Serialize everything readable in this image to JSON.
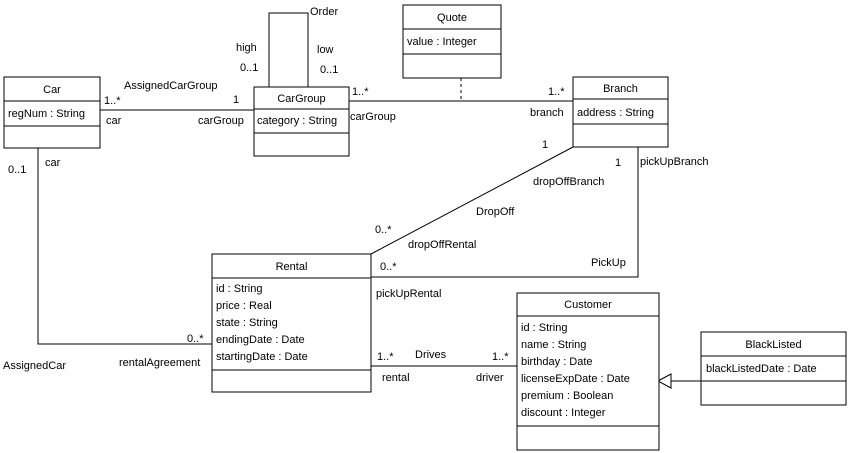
{
  "classes": {
    "car": {
      "name": "Car",
      "attributes": [
        "regNum : String"
      ]
    },
    "cargroup": {
      "name": "CarGroup",
      "attributes": [
        "category : String"
      ]
    },
    "quote": {
      "name": "Quote",
      "attributes": [
        "value : Integer"
      ]
    },
    "branch": {
      "name": "Branch",
      "attributes": [
        "address : String"
      ]
    },
    "rental": {
      "name": "Rental",
      "attributes": [
        "id : String",
        "price : Real",
        "state : String",
        "endingDate : Date",
        "startingDate : Date"
      ]
    },
    "customer": {
      "name": "Customer",
      "attributes": [
        "id : String",
        "name : String",
        "birthday : Date",
        "licenseExpDate : Date",
        "premium : Boolean",
        "discount : Integer"
      ]
    },
    "blacklisted": {
      "name": "BlackListed",
      "attributes": [
        "blackListedDate : Date"
      ]
    }
  },
  "associations": {
    "assigned_car_group": {
      "name": "AssignedCarGroup",
      "mult_car": "1..*",
      "role_car": "car",
      "mult_group": "1",
      "role_group": "carGroup"
    },
    "order": {
      "name": "Order",
      "role_high": "high",
      "mult_high": "0..1",
      "role_low": "low",
      "mult_low": "0..1"
    },
    "group_branch": {
      "mult_group": "1..*",
      "role_group": "carGroup",
      "mult_branch": "1..*",
      "role_branch": "branch"
    },
    "dropoff": {
      "name": "DropOff",
      "mult_branch": "1",
      "role_branch": "dropOffBranch",
      "mult_rental": "0..*",
      "role_rental": "dropOffRental"
    },
    "pickup": {
      "name": "PickUp",
      "mult_branch": "1",
      "role_branch": "pickUpBranch",
      "mult_rental": "0..*",
      "role_rental": "pickUpRental"
    },
    "assigned_car": {
      "name": "AssignedCar",
      "mult_car": "0..1",
      "role_car": "car",
      "mult_rental": "0..*",
      "role_rental": "rentalAgreement"
    },
    "drives": {
      "name": "Drives",
      "mult_rental": "1..*",
      "role_rental": "rental",
      "mult_customer": "1..*",
      "role_customer": "driver"
    }
  }
}
